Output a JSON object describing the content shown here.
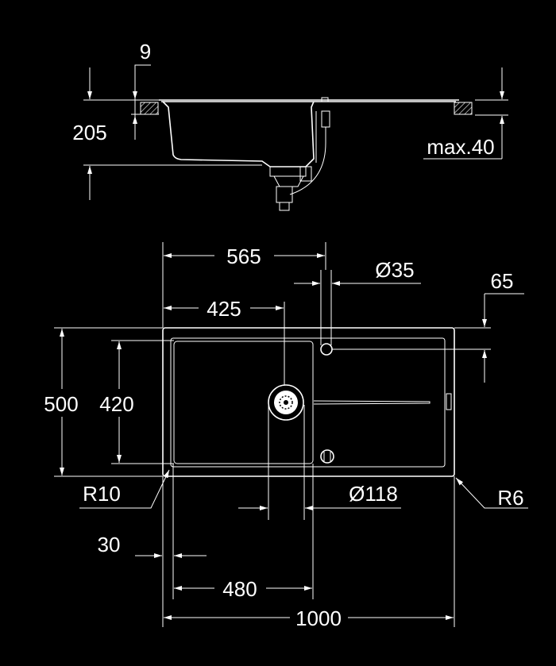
{
  "side_view": {
    "rim_thickness": "9",
    "depth": "205",
    "counter_thickness": "max.40"
  },
  "plan_view": {
    "tap_offset": "565",
    "tap_hole": "Ø35",
    "tap_from_edge": "65",
    "drain_offset": "425",
    "outer_depth": "500",
    "bowl_depth": "420",
    "bowl_radius": "R10",
    "drain_diameter": "Ø118",
    "outer_radius": "R6",
    "bowl_inset": "30",
    "bowl_width": "480",
    "overall_width": "1000"
  },
  "colors": {
    "background": "#000000",
    "lines": "#ffffff"
  }
}
